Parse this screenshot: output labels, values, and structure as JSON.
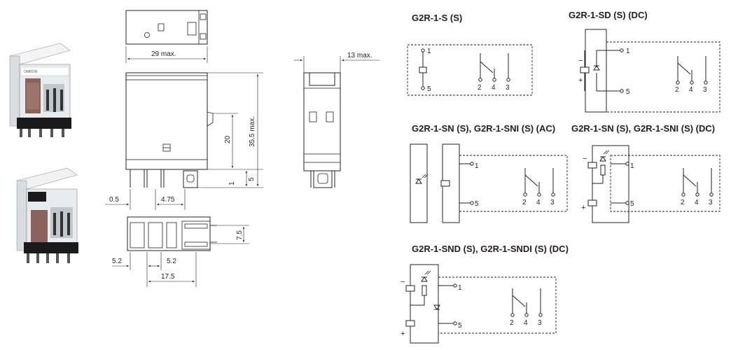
{
  "circuits": {
    "c1": {
      "title": "G2R-1-S (S)",
      "pins": [
        "1",
        "5",
        "2",
        "4",
        "3"
      ]
    },
    "c2": {
      "title": "G2R-1-SD (S) (DC)",
      "pins": [
        "1",
        "5",
        "2",
        "4",
        "3"
      ],
      "minus": "−",
      "plus": "+"
    },
    "c3": {
      "title": "G2R-1-SN (S), G2R-1-SNI (S) (AC)",
      "pins": [
        "1",
        "5",
        "2",
        "4",
        "3"
      ]
    },
    "c4": {
      "title": "G2R-1-SN (S), G2R-1-SNI (S) (DC)",
      "pins": [
        "1",
        "5",
        "2",
        "4",
        "3"
      ],
      "minus": "−",
      "plus": "+"
    },
    "c5": {
      "title": "G2R-1-SND (S), G2R-1-SNDI (S) (DC)",
      "pins": [
        "1",
        "5",
        "2",
        "4",
        "3"
      ],
      "minus": "−",
      "plus": "+"
    }
  },
  "dimensions": {
    "width_max": "29 max.",
    "depth_max": "13 max.",
    "height_max": "35.5 max.",
    "h20": "20",
    "pin5": "5",
    "pin1": "1",
    "d05": "0.5",
    "d475": "4.75",
    "d75": "7.5",
    "d52a": "5.2",
    "d52b": "5.2",
    "d175": "17.5"
  },
  "photo": {
    "brand": "OMRON"
  }
}
